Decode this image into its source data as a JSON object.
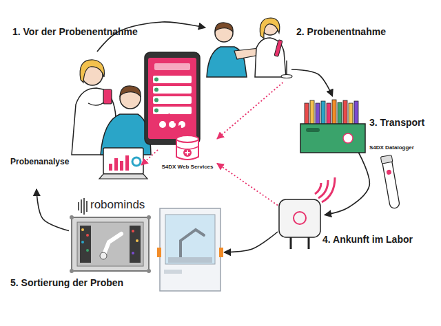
{
  "diagram": {
    "nodes": [
      {
        "text": [
          "1. Vor der Probenentnahme"
        ]
      },
      {
        "text": [
          "2. Probenentnahme"
        ]
      },
      {
        "text": [
          "3. Transport"
        ]
      },
      {
        "text": [
          "4. Ankunft im Labor"
        ]
      },
      {
        "text": [
          "5. Sortierung der Proben"
        ]
      },
      {
        "text": [
          "Probenanalyse"
        ]
      },
      {
        "text": [
          "S4DX Web Services"
        ]
      }
    ],
    "edges": [
      {
        "from": 0,
        "to": 1,
        "arrow": "to"
      },
      {
        "from": 1,
        "to": 2,
        "arrow": "to"
      },
      {
        "from": 2,
        "to": 3,
        "arrow": "to"
      },
      {
        "from": 3,
        "to": 4,
        "arrow": "to"
      },
      {
        "from": 4,
        "to": 5,
        "arrow": "to"
      },
      {
        "from": 0,
        "to": 6,
        "arrow": "to"
      },
      {
        "from": 1,
        "to": 6,
        "arrow": "to"
      },
      {
        "from": 3,
        "to": 6,
        "arrow": "to"
      },
      {
        "from": 6,
        "to": 5,
        "arrow": "to"
      }
    ],
    "labels": [
      "S4DX Datalogger",
      "robominds"
    ]
  }
}
